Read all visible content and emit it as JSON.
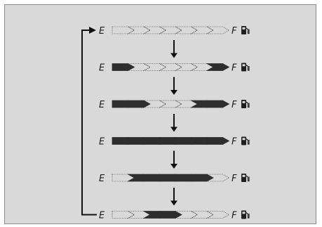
{
  "gauge": {
    "empty_label": "E",
    "full_label": "F",
    "pump_icon": "fuel-pump-icon",
    "segment_count": 7,
    "rows": [
      {
        "lit": [
          false,
          false,
          false,
          false,
          false,
          false,
          false
        ]
      },
      {
        "lit": [
          true,
          false,
          false,
          false,
          false,
          false,
          true
        ]
      },
      {
        "lit": [
          true,
          true,
          false,
          false,
          false,
          true,
          true
        ]
      },
      {
        "lit": [
          true,
          true,
          true,
          true,
          true,
          true,
          true
        ]
      },
      {
        "lit": [
          false,
          true,
          true,
          true,
          true,
          true,
          false
        ]
      },
      {
        "lit": [
          false,
          false,
          true,
          true,
          false,
          false,
          false
        ]
      }
    ]
  },
  "colors": {
    "panel": "#d9d9d9",
    "lit_segment": "#2e2e2e",
    "unlit_outline": "#2e2e2e",
    "arrow": "#111111",
    "text": "#1f1f1f"
  }
}
